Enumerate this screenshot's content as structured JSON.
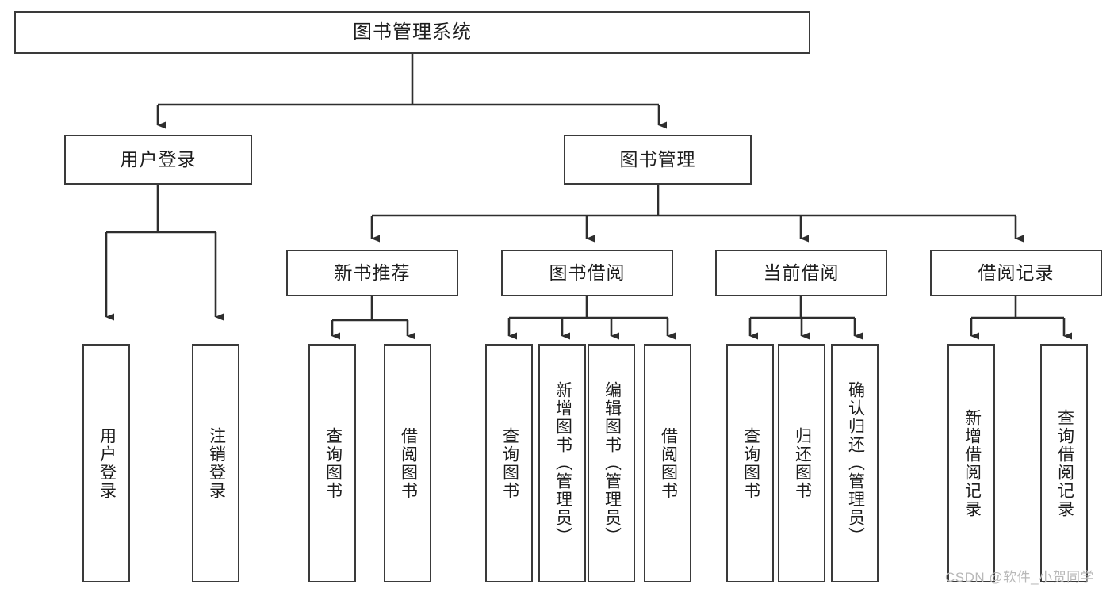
{
  "diagram": {
    "title": "图书管理系统",
    "type": "hierarchy-tree",
    "root": {
      "id": "root",
      "label": "图书管理系统"
    },
    "level2": [
      {
        "id": "user-login",
        "label": "用户登录"
      },
      {
        "id": "book-manage",
        "label": "图书管理"
      }
    ],
    "level3": [
      {
        "id": "new-book-recommend",
        "label": "新书推荐",
        "parent": "book-manage"
      },
      {
        "id": "book-borrow",
        "label": "图书借阅",
        "parent": "book-manage"
      },
      {
        "id": "current-borrow",
        "label": "当前借阅",
        "parent": "book-manage"
      },
      {
        "id": "borrow-record",
        "label": "借阅记录",
        "parent": "book-manage"
      }
    ],
    "leaves": {
      "user_login": [
        {
          "id": "leaf-user-login",
          "label": "用户登录"
        },
        {
          "id": "leaf-logout-login",
          "label": "注销登录"
        }
      ],
      "new_book_recommend": [
        {
          "id": "leaf-query-book-1",
          "label": "查询图书"
        },
        {
          "id": "leaf-borrow-book-1",
          "label": "借阅图书"
        }
      ],
      "book_borrow": [
        {
          "id": "leaf-query-book-2",
          "label": "查询图书"
        },
        {
          "id": "leaf-add-book",
          "label": "新增图书（管理员）"
        },
        {
          "id": "leaf-edit-book",
          "label": "编辑图书（管理员）"
        },
        {
          "id": "leaf-borrow-book-2",
          "label": "借阅图书"
        }
      ],
      "current_borrow": [
        {
          "id": "leaf-query-book-3",
          "label": "查询图书"
        },
        {
          "id": "leaf-return-book",
          "label": "归还图书"
        },
        {
          "id": "leaf-confirm-return",
          "label": "确认归还（管理员）"
        }
      ],
      "borrow_record": [
        {
          "id": "leaf-add-record",
          "label": "新增借阅记录"
        },
        {
          "id": "leaf-query-record",
          "label": "查询借阅记录"
        }
      ]
    }
  },
  "watermark": {
    "text": "CSDN @软件_小贺同学"
  },
  "colors": {
    "border": "#3a3a3a",
    "text": "#1d1d1d",
    "background": "#ffffff",
    "watermark": "#b9b9b9"
  }
}
